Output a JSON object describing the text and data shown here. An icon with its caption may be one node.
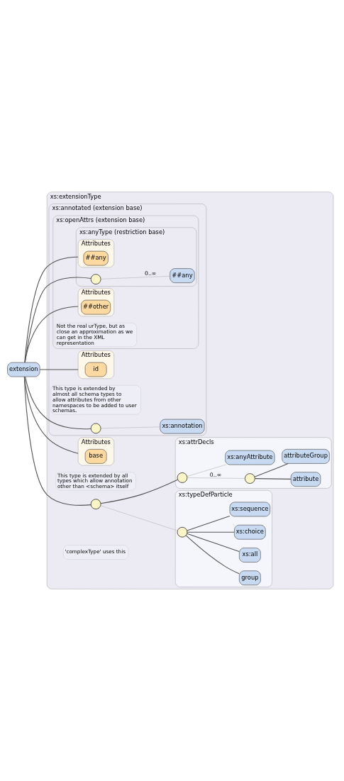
{
  "diagram": {
    "nodes": [
      {
        "text": [
          "extension"
        ]
      },
      {
        "text": [
          "xs:extensionType"
        ]
      },
      {
        "text": [
          "xs:annotated (extension base)"
        ],
        "in": 1
      },
      {
        "text": [
          "xs:openAttrs (extension base)"
        ],
        "in": 2
      },
      {
        "text": [
          "xs:anyType (restriction base)"
        ],
        "in": 3
      },
      {
        "text": [
          "Attributes"
        ],
        "in": 4
      },
      {
        "text": [
          "##any"
        ],
        "in": 5
      },
      {
        "text": [],
        "shape": "circle",
        "in": 4
      },
      {
        "text": [
          "##any"
        ],
        "in": 4
      },
      {
        "text": [
          "Not the real urType, but as close an approximation as we can get in the XML representation"
        ],
        "in": 3
      },
      {
        "text": [
          "Attributes"
        ],
        "in": 3
      },
      {
        "text": [
          "##other"
        ],
        "in": 10
      },
      {
        "text": [
          "This type is extended by almost all schema types to allow attributes from other namespaces to be added to user schemas."
        ],
        "in": 2
      },
      {
        "text": [
          "Attributes"
        ],
        "in": 2
      },
      {
        "text": [
          "id"
        ],
        "in": 13
      },
      {
        "text": [],
        "shape": "circle",
        "in": 2
      },
      {
        "text": [
          "xs:annotation"
        ],
        "in": 2
      },
      {
        "text": [
          "This type is extended by all types which allow annotation other than <schema> itself"
        ],
        "in": 1
      },
      {
        "text": [
          "Attributes"
        ],
        "in": 1
      },
      {
        "text": [
          "base"
        ],
        "in": 18
      },
      {
        "text": [],
        "shape": "circle",
        "in": 1
      },
      {
        "text": [
          "xs:typeDefParticle"
        ],
        "in": 1
      },
      {
        "text": [],
        "shape": "circle",
        "in": 21
      },
      {
        "text": [
          "group"
        ],
        "in": 21
      },
      {
        "text": [
          "xs:all"
        ],
        "in": 21
      },
      {
        "text": [
          "xs:choice"
        ],
        "in": 21
      },
      {
        "text": [
          "xs:sequence"
        ],
        "in": 21
      },
      {
        "text": [
          "'complexType' uses this"
        ],
        "in": 1
      },
      {
        "text": [
          "xs:attrDecls"
        ],
        "in": 1
      },
      {
        "text": [],
        "shape": "circle",
        "in": 28
      },
      {
        "text": [],
        "shape": "circle",
        "in": 28
      },
      {
        "text": [
          "attribute"
        ],
        "in": 28
      },
      {
        "text": [
          "attributeGroup"
        ],
        "in": 28
      },
      {
        "text": [
          "xs:anyAttribute"
        ],
        "in": 28
      }
    ],
    "edges": [
      {
        "from": 0,
        "to": 5,
        "arrow": "none"
      },
      {
        "from": 0,
        "to": 7,
        "arrow": "none"
      },
      {
        "from": 7,
        "to": 8,
        "arrow": "none",
        "label": "0..∞",
        "color": "#b0b0b0"
      },
      {
        "from": 0,
        "to": 10,
        "arrow": "none"
      },
      {
        "from": 0,
        "to": 13,
        "arrow": "none"
      },
      {
        "from": 0,
        "to": 15,
        "arrow": "none"
      },
      {
        "from": 15,
        "to": 16,
        "arrow": "none",
        "color": "#b0b0b0"
      },
      {
        "from": 0,
        "to": 18,
        "arrow": "none"
      },
      {
        "from": 0,
        "to": 20,
        "arrow": "none"
      },
      {
        "from": 20,
        "to": 22,
        "arrow": "none",
        "color": "#b0b0b0"
      },
      {
        "from": 22,
        "to": 23,
        "arrow": "none"
      },
      {
        "from": 22,
        "to": 24,
        "arrow": "none"
      },
      {
        "from": 22,
        "to": 25,
        "arrow": "none"
      },
      {
        "from": 22,
        "to": 26,
        "arrow": "none"
      },
      {
        "from": 20,
        "to": 29,
        "arrow": "none"
      },
      {
        "from": 29,
        "to": 30,
        "arrow": "none",
        "label": "0..∞",
        "color": "#b0b0b0"
      },
      {
        "from": 30,
        "to": 31,
        "arrow": "none"
      },
      {
        "from": 30,
        "to": 32,
        "arrow": "none"
      },
      {
        "from": 29,
        "to": 33,
        "arrow": "none",
        "color": "#b0b0b0"
      }
    ]
  }
}
